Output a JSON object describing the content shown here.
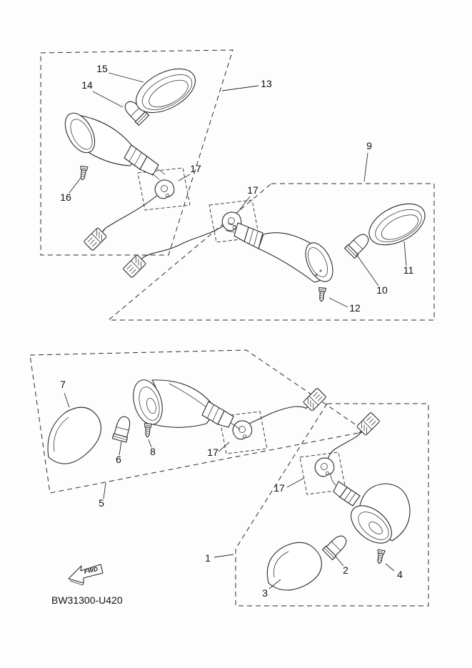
{
  "diagram": {
    "code": "BW31300-U420",
    "fwd": "FWD",
    "callouts": {
      "c1": "1",
      "c2": "2",
      "c3": "3",
      "c4": "4",
      "c5": "5",
      "c6": "6",
      "c7": "7",
      "c8": "8",
      "c9": "9",
      "c10": "10",
      "c11": "11",
      "c12": "12",
      "c13": "13",
      "c14": "14",
      "c15": "15",
      "c16": "16",
      "c17a": "17",
      "c17b": "17",
      "c17c": "17",
      "c17d": "17"
    }
  }
}
